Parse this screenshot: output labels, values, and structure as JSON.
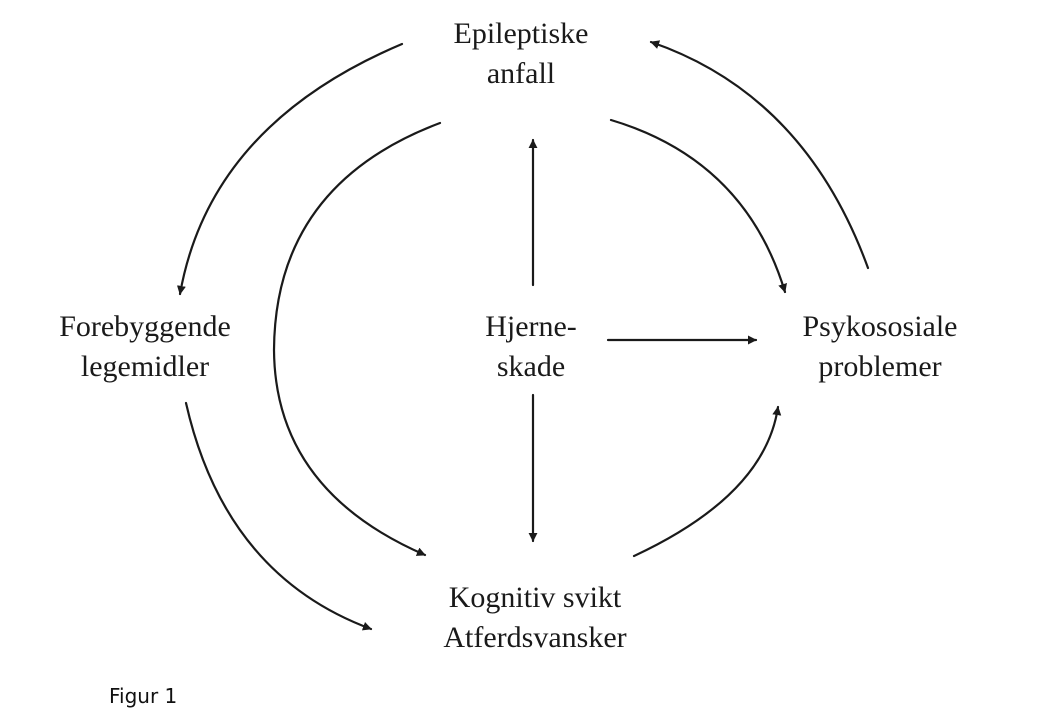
{
  "nodes": {
    "epileptic_seizures": {
      "line1": "Epileptiske",
      "line2": "anfall"
    },
    "brain_injury": {
      "line1": "Hjerne-",
      "line2": "skade"
    },
    "preventive_medication": {
      "line1": "Forebyggende",
      "line2": "legemidler"
    },
    "psychosocial_problems": {
      "line1": "Psykososiale",
      "line2": "problemer"
    },
    "cognitive_impairment": {
      "line1": "Kognitiv svikt",
      "line2": "Atferdsvansker"
    }
  },
  "caption": "Figur 1",
  "colors": {
    "ink": "#1a1a1a",
    "background": "#ffffff"
  }
}
